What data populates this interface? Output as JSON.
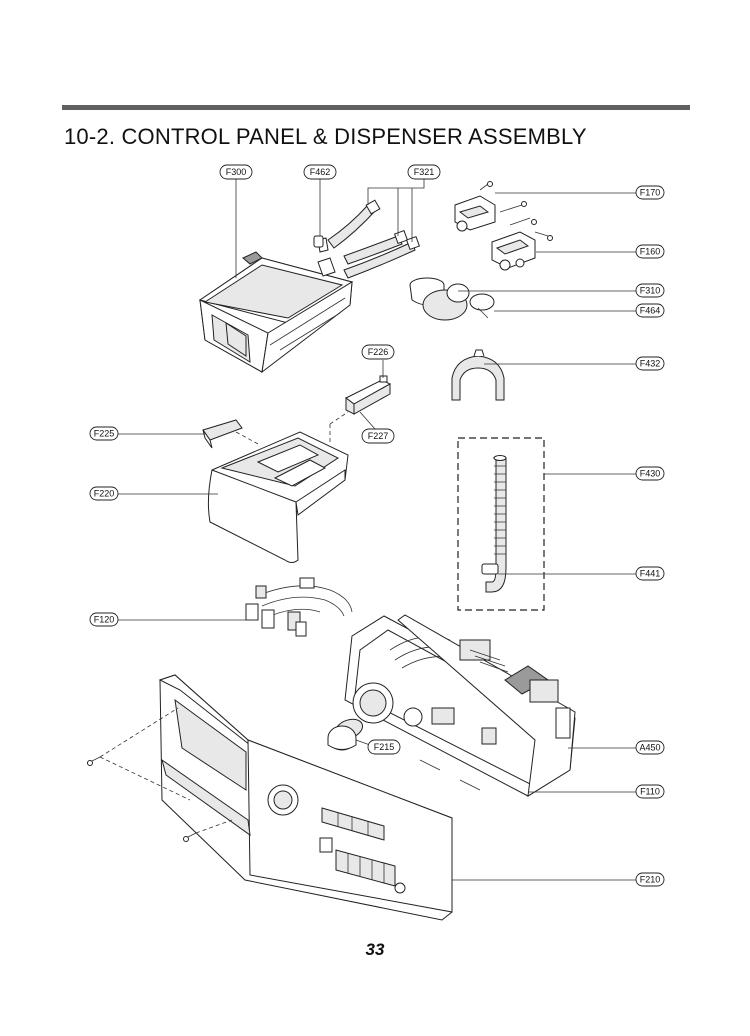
{
  "title": "10-2.  CONTROL PANEL & DISPENSER ASSEMBLY",
  "page_number": "33",
  "callouts": {
    "F300": "F300",
    "F462": "F462",
    "F321": "F321",
    "F170": "F170",
    "F160": "F160",
    "F310": "F310",
    "F464": "F464",
    "F226": "F226",
    "F432": "F432",
    "F225": "F225",
    "F227": "F227",
    "F220": "F220",
    "F430": "F430",
    "F441": "F441",
    "F120": "F120",
    "F215": "F215",
    "A450": "A450",
    "F110": "F110",
    "F210": "F210"
  }
}
